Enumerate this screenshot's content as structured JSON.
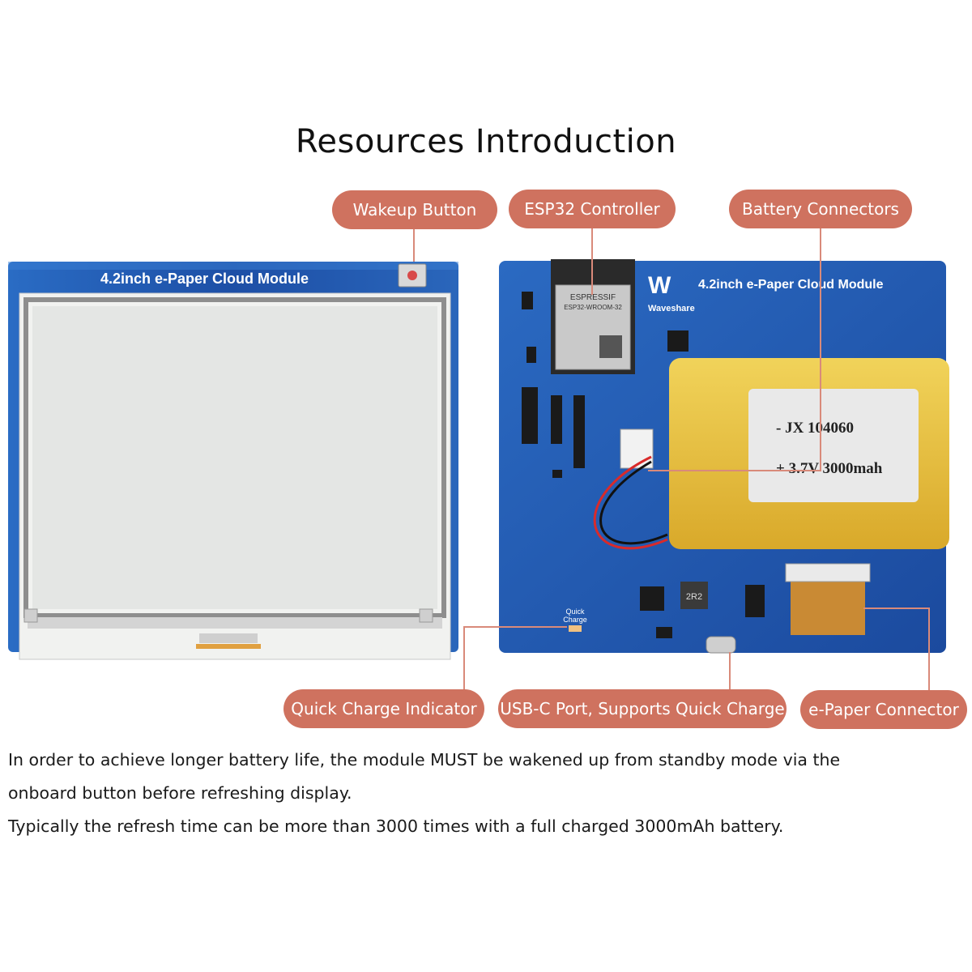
{
  "title": "Resources Introduction",
  "callouts": {
    "wakeup_button": "Wakeup Button",
    "esp32_controller": "ESP32 Controller",
    "battery_connectors": "Battery Connectors",
    "quick_charge_indicator": "Quick Charge Indicator",
    "usb_c_port": "USB-C Port, Supports Quick Charge",
    "epaper_connector": "e-Paper Connector"
  },
  "front_board": {
    "label": "4.2inch e-Paper Cloud Module"
  },
  "back_board": {
    "label": "4.2inch e-Paper Cloud Module",
    "brand": "Waveshare",
    "module_brand": "ESPRESSIF",
    "module_model": "ESP32-WROOM-32",
    "quick_charge_silk_1": "Quick",
    "quick_charge_silk_2": "Charge",
    "inductor_label": "2R2",
    "battery_line_1": "- JX  104060",
    "battery_line_2": "+ 3.7V 3000mah"
  },
  "description": {
    "line1": "In order to achieve longer battery life, the module MUST be wakened up from standby mode via the",
    "line2": "onboard button before refreshing display.",
    "line3": "Typically the refresh time can be more than 3000 times with a full charged 3000mAh battery."
  },
  "colors": {
    "callout_bg": "#cf725f",
    "pcb_blue": "#1d4fa6",
    "battery_yellow": "#e8c23a"
  }
}
